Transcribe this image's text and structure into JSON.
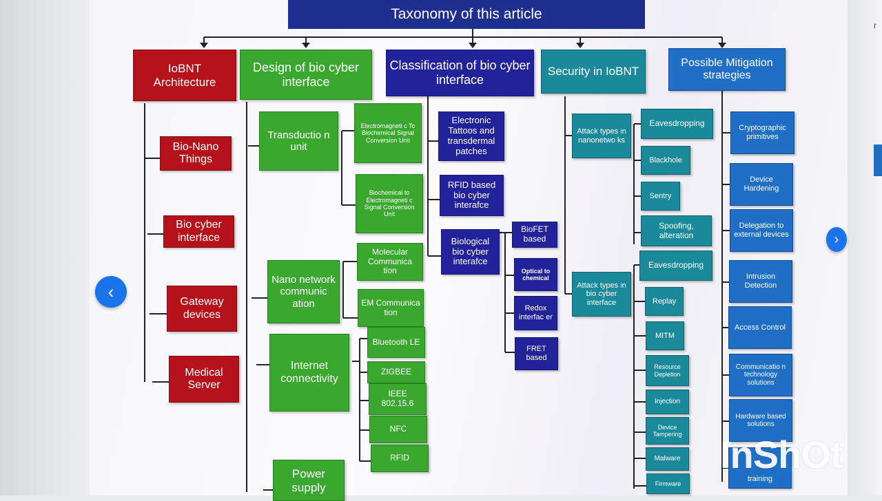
{
  "taxonomy": {
    "title": "Taxonomy of this article",
    "categories": {
      "iobnt_arch": "IoBNT Architecture",
      "design": "Design of bio cyber interface",
      "classification": "Classification of bio cyber interface",
      "security": "Security in IoBNT",
      "mitigation": "Possible Mitigation strategies"
    },
    "architecture_items": [
      "Bio-Nano Things",
      "Bio cyber interface",
      "Gateway devices",
      "Medical Server"
    ],
    "design": {
      "transduction_unit": "Transductio n unit",
      "transduction_children": [
        "Electromagneti c To Biochemical Signal Conversion Unit",
        "Biochemical to Electromagneti c Signal Conversion Unit"
      ],
      "nano_network": "Nano network communic ation",
      "nano_children": [
        "Molecular Communica tion",
        "EM Communica tion"
      ],
      "internet": "Internet connectivity",
      "internet_children": [
        "Bluetooth LE",
        "ZIGBEE",
        "IEEE 802.15.6",
        "NFC",
        "RFID"
      ],
      "power_supply": "Power supply"
    },
    "classification": {
      "items": [
        "Electronic Tattoos and transdermal patches",
        "RFID based bio cyber interafce",
        "Biological bio cyber interafce"
      ],
      "biological_children": [
        "BioFET based",
        "Optical to chemical",
        "Redox interfac er",
        "FRET based"
      ]
    },
    "security": {
      "nano_attacks": "Attack types in nanonetwo ks",
      "nano_attack_list": [
        "Eavesdropping",
        "Blackhole",
        "Sentry",
        "Spoofing, alteration"
      ],
      "bio_attacks": "Attack types in bio cyber interface",
      "bio_attack_list": [
        "Eavesdropping",
        "Replay",
        "MITM",
        "Resource Depletion",
        "Injection",
        "Device Tampering",
        "Malware",
        "Firmware"
      ]
    },
    "mitigation": {
      "items": [
        "Cryptographic primitives",
        "Device Hardening",
        "Delegation to external devices",
        "Intrusion Detection",
        "Access Control",
        "Communicatio n technology solutions",
        "Hardware based solutions",
        "training"
      ]
    }
  },
  "nav": {
    "prev": "‹",
    "next": "›"
  },
  "right_edge_fragment": "r",
  "watermark": "InShOt",
  "colors": {
    "red": "#b5121b",
    "green": "#3aa82e",
    "blue": "#22229a",
    "teal": "#1a8a9a",
    "sky": "#1f6fc6"
  }
}
